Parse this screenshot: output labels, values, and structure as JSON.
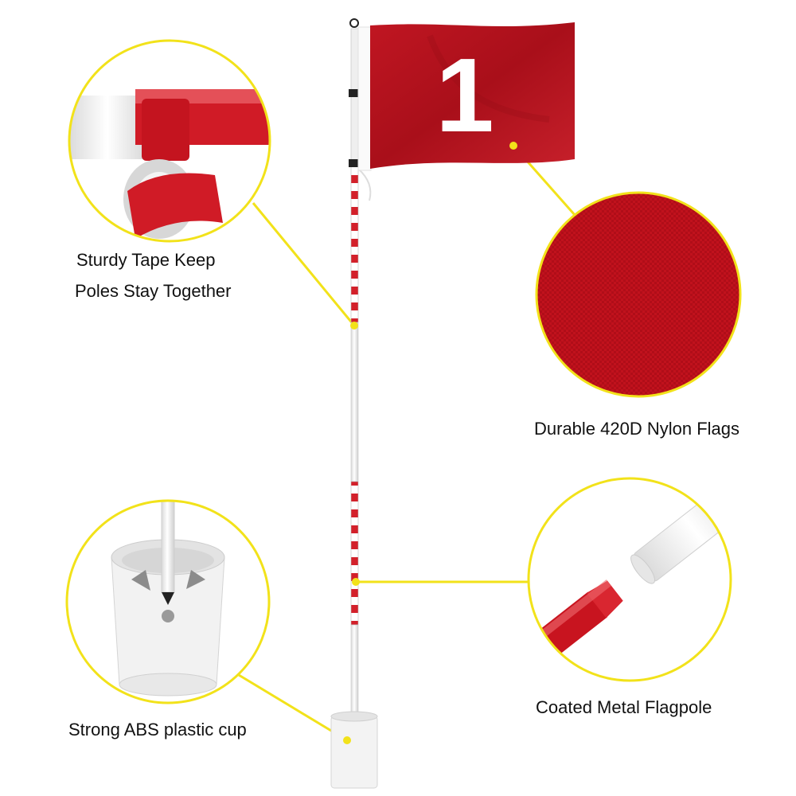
{
  "flag": {
    "number": "1",
    "color": "#b3101c"
  },
  "callouts": {
    "tape": {
      "line1": "Sturdy Tape Keep",
      "line2": "Poles Stay Together",
      "icon": "tape-joint-closeup"
    },
    "nylon": {
      "text": "Durable 420D Nylon Flags",
      "icon": "fabric-texture-closeup"
    },
    "pole": {
      "text": "Coated Metal Flagpole",
      "icon": "pole-joint-closeup"
    },
    "cup": {
      "text": "Strong ABS plastic cup",
      "icon": "golf-cup-closeup"
    }
  },
  "colors": {
    "accent": "#f2e21a",
    "pole_red": "#d3202a",
    "plastic_white": "#f4f4f4"
  }
}
